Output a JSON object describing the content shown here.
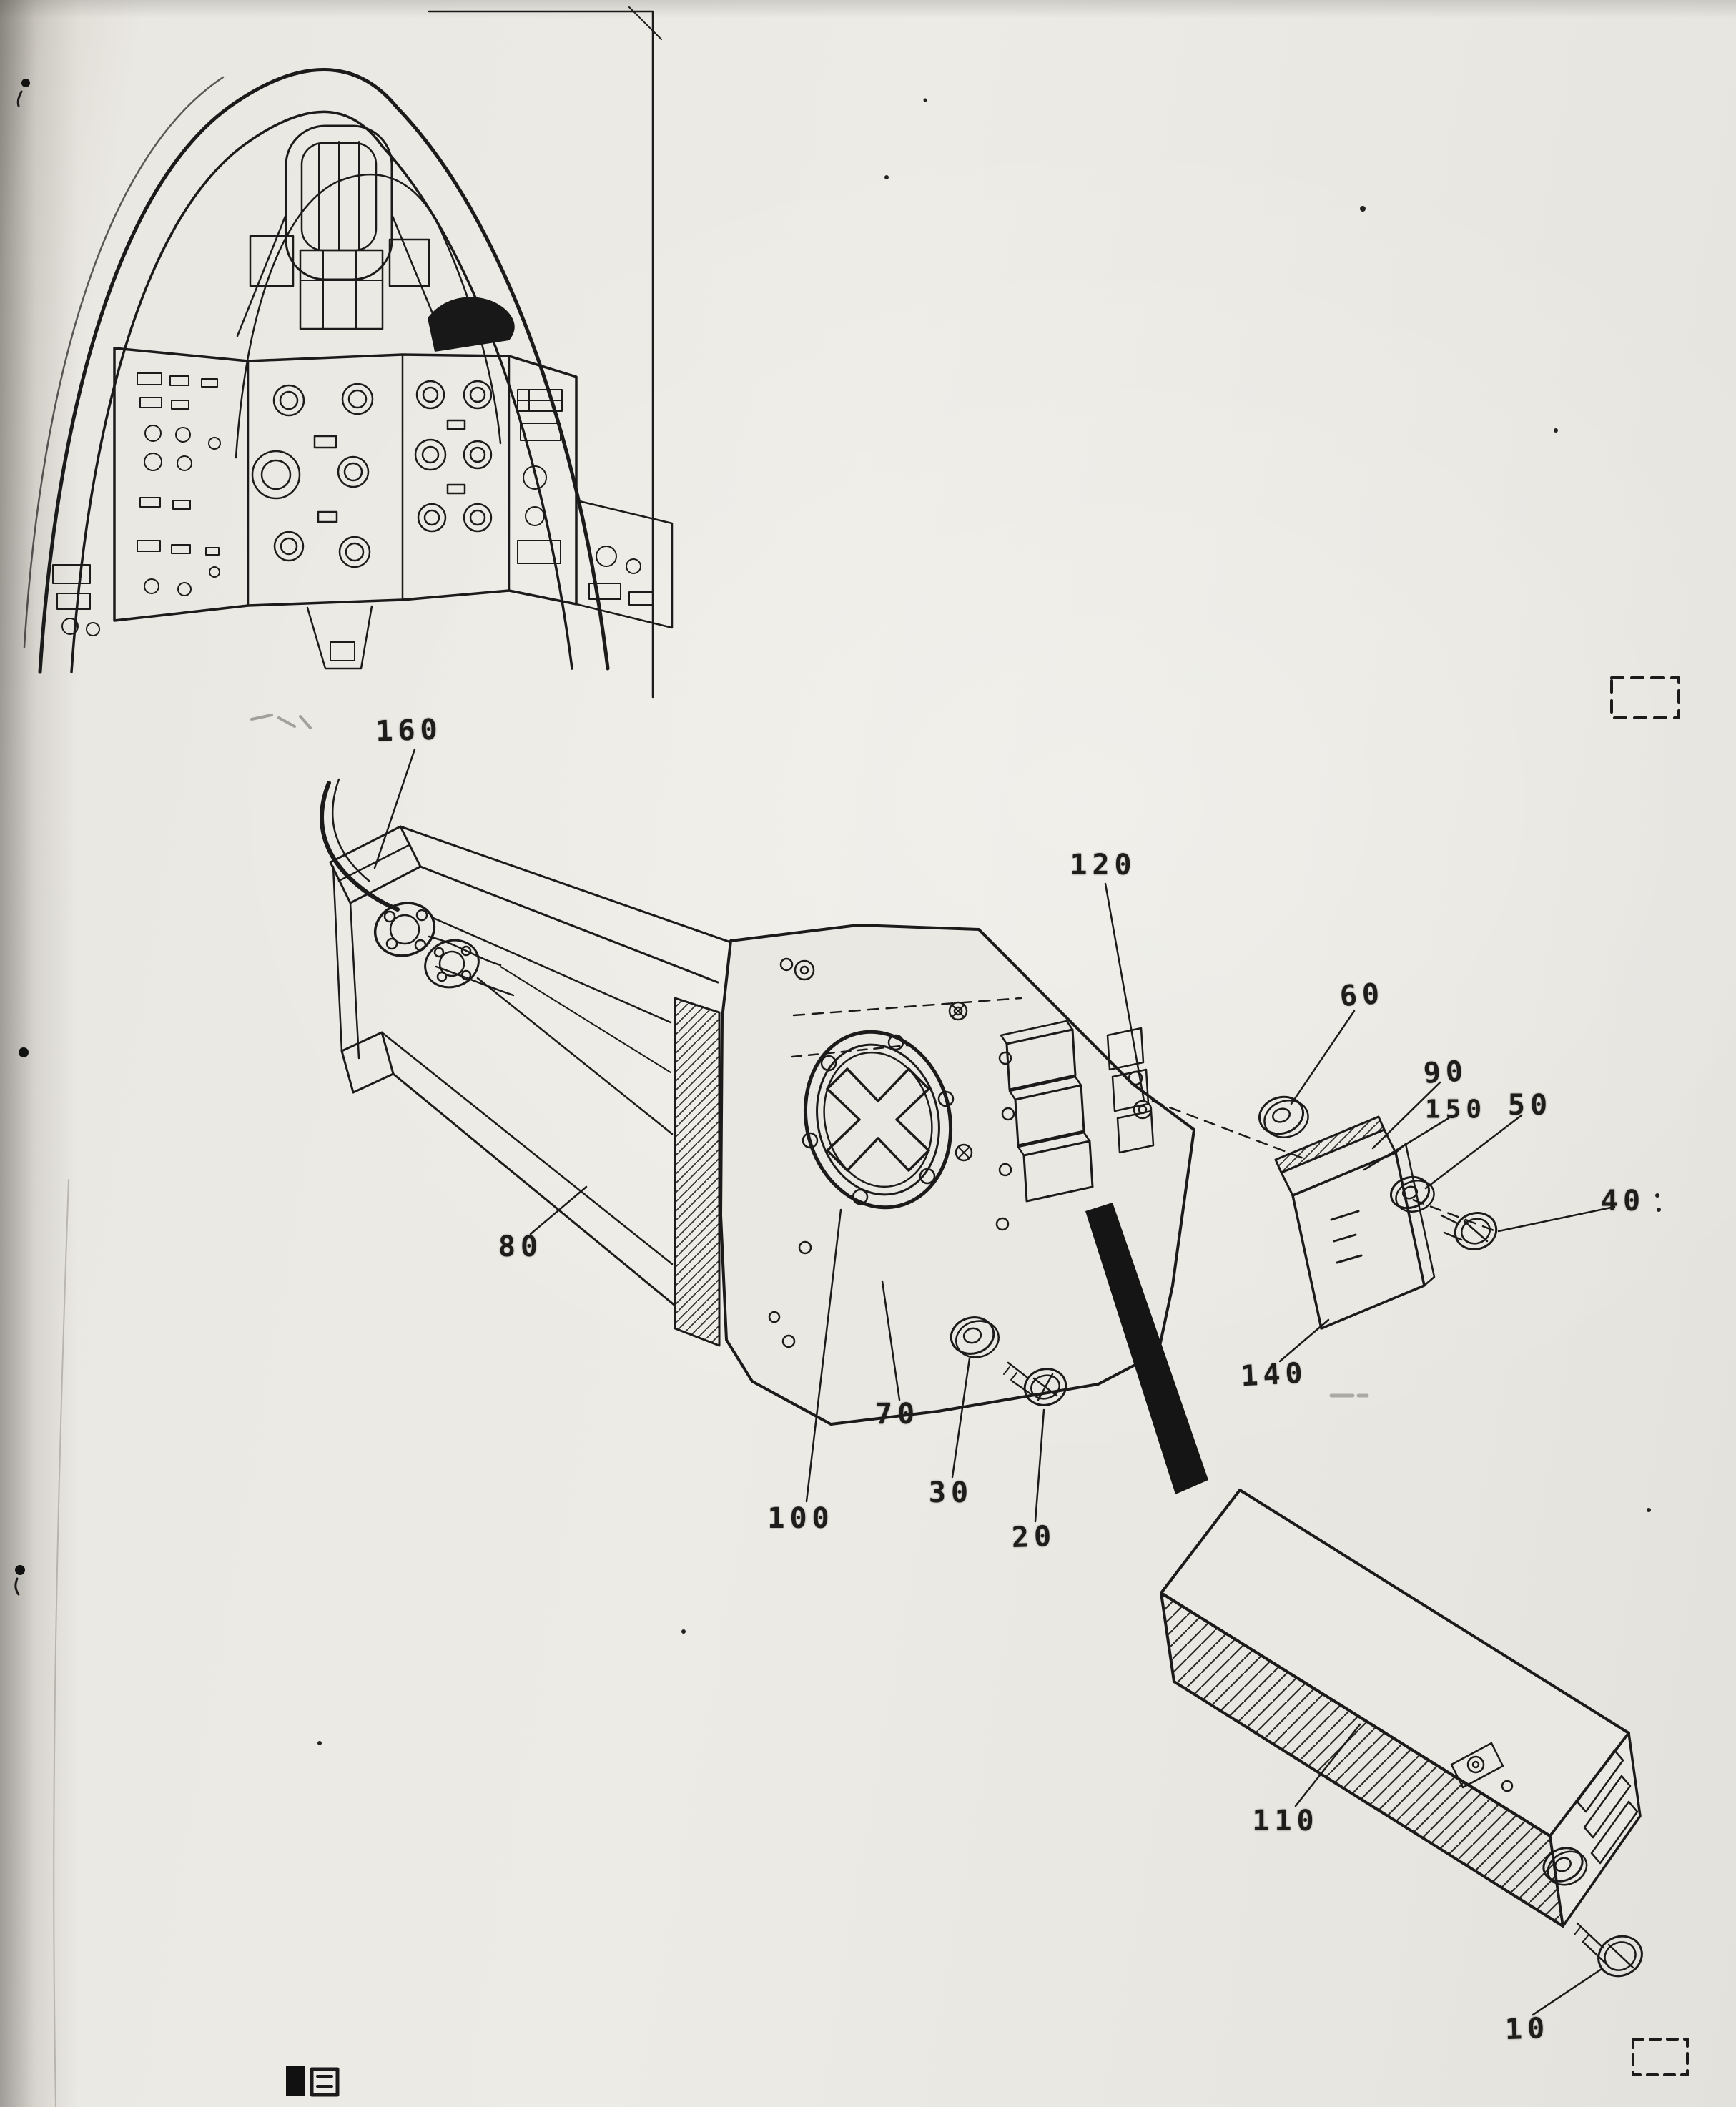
{
  "page": {
    "paper_color": "#eae8e2",
    "ink_color": "#1b1b1b",
    "figure_kind": "exploded parts diagram with cockpit location inset"
  },
  "callouts": [
    {
      "label": "160"
    },
    {
      "label": "120"
    },
    {
      "label": "60"
    },
    {
      "label": "90"
    },
    {
      "label": "150"
    },
    {
      "label": "50"
    },
    {
      "label": "40"
    },
    {
      "label": "80"
    },
    {
      "label": "70"
    },
    {
      "label": "100"
    },
    {
      "label": "30"
    },
    {
      "label": "20"
    },
    {
      "label": "140"
    },
    {
      "label": "110"
    },
    {
      "label": "10"
    }
  ]
}
